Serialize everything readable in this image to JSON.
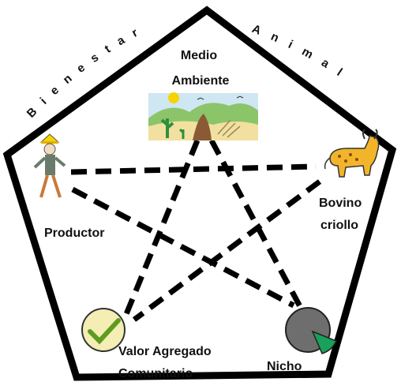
{
  "arc_left_text": "Bienestar",
  "arc_right_text": "Animal",
  "nodes": {
    "top": {
      "line1": "Medio",
      "line2": "Ambiente"
    },
    "left": {
      "label": "Productor"
    },
    "right": {
      "line1": "Bovino",
      "line2": "criollo"
    },
    "bottom_left": {
      "line1": "Valor Agregado",
      "line2": "Comunitario"
    },
    "bottom_right": {
      "label": "Nicho"
    }
  },
  "colors": {
    "outline": "#000000",
    "sky": "#cfe6f3",
    "hills": "#8cc46a",
    "sand": "#f1e0a0",
    "sun": "#f5d400",
    "check_bg": "#f4edb4",
    "check": "#5c9c20",
    "pie_gray": "#6e6e6e",
    "pie_green": "#19a05a",
    "bull": "#f2b52a"
  },
  "icons": {
    "top": "desert-landscape-icon",
    "left": "farmer-icon",
    "right": "bull-icon",
    "bottom_left": "checkmark-icon",
    "bottom_right": "pie-chart-icon"
  }
}
